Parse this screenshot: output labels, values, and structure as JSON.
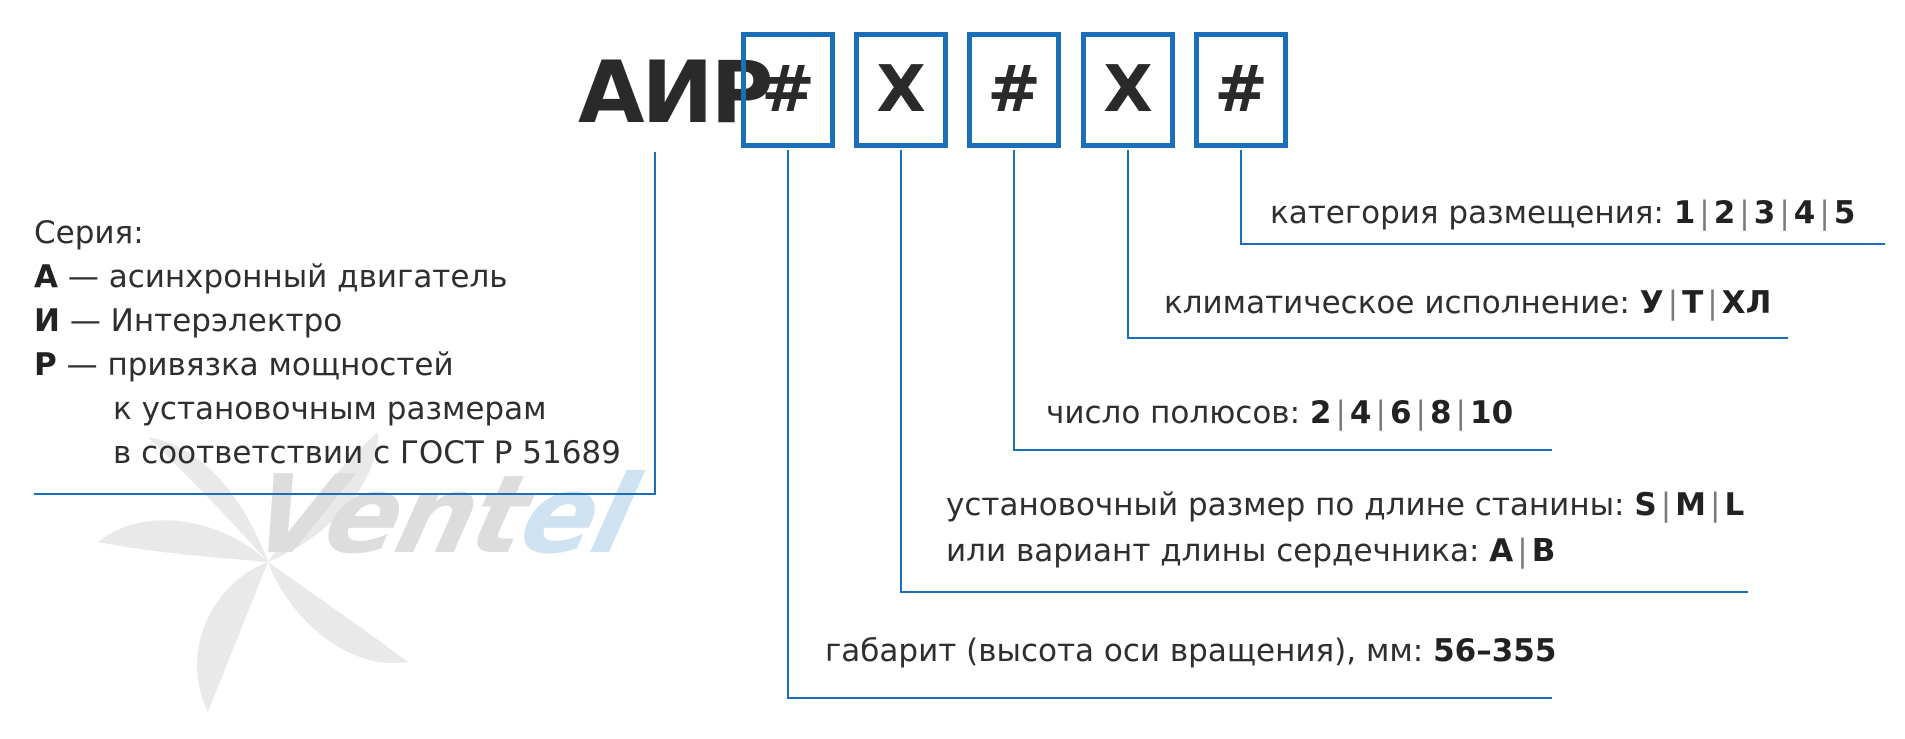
{
  "prefix": "АИР",
  "code_boxes": [
    "#",
    "X",
    "#",
    "X",
    "#"
  ],
  "brand": {
    "part1": "Vent",
    "part2": "el"
  },
  "legend": {
    "title": "Серия:",
    "items": [
      {
        "letter": "А",
        "dash": "—",
        "text": "асинхронный двигатель"
      },
      {
        "letter": "И",
        "dash": "—",
        "text": "Интерэлектро"
      },
      {
        "letter": "Р",
        "dash": "—",
        "text": "привязка мощностей"
      }
    ],
    "continuation": [
      "к установочным размерам",
      "в соответствии с ГОСТ Р 51689"
    ]
  },
  "callouts": {
    "placement": {
      "label": "категория размещения:",
      "options": [
        "1",
        "2",
        "3",
        "4",
        "5"
      ]
    },
    "climate": {
      "label": "климатическое исполнение:",
      "options": [
        "У",
        "Т",
        "ХЛ"
      ]
    },
    "poles": {
      "label": "число полюсов:",
      "options": [
        "2",
        "4",
        "6",
        "8",
        "10"
      ]
    },
    "frame_length": {
      "label": "установочный размер по длине станины:",
      "options": [
        "S",
        "M",
        "L"
      ]
    },
    "core_length": {
      "label": "или вариант длины сердечника:",
      "options": [
        "A",
        "B"
      ]
    },
    "frame_size": {
      "label": "габарит (высота оси вращения), мм:",
      "value": "56–355"
    }
  },
  "colors": {
    "accent": "#1a6fb8",
    "text": "#2b2b2b",
    "watermark": "#e4e4e4"
  }
}
